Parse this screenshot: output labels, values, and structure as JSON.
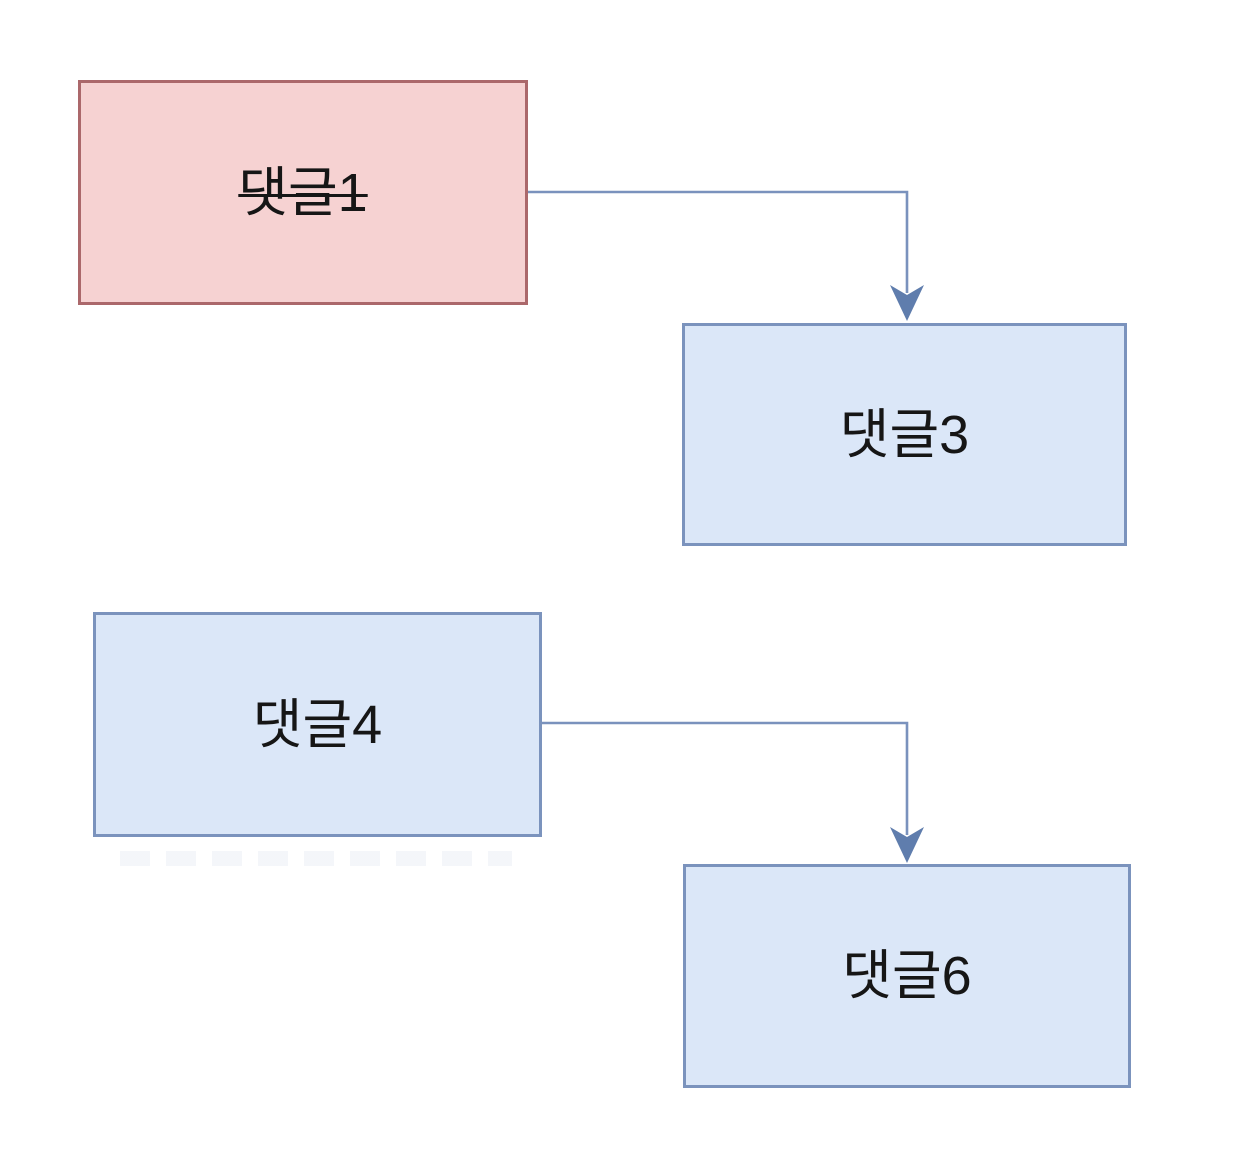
{
  "diagram": {
    "type": "flowchart",
    "background": "white",
    "nodes": [
      {
        "id": "comment1",
        "label": "댓글1",
        "color_role": "red",
        "strikethrough": true,
        "position": "top-left"
      },
      {
        "id": "comment3",
        "label": "댓글3",
        "color_role": "blue",
        "strikethrough": false,
        "position": "upper-right"
      },
      {
        "id": "comment4",
        "label": "댓글4",
        "color_role": "blue",
        "strikethrough": false,
        "position": "middle-left"
      },
      {
        "id": "comment6",
        "label": "댓글6",
        "color_role": "blue",
        "strikethrough": false,
        "position": "bottom-right"
      }
    ],
    "edges": [
      {
        "from": "댓글1",
        "to": "댓글3",
        "style": "orthogonal",
        "arrow": "filled-v-arrowhead"
      },
      {
        "from": "댓글4",
        "to": "댓글6",
        "style": "orthogonal",
        "arrow": "filled-v-arrowhead"
      }
    ],
    "colors": {
      "background": "#ffffff",
      "node_red_fill": "#f6d2d2",
      "node_red_stroke": "#ab686b",
      "node_blue_fill": "#dbe7f8",
      "node_blue_stroke": "#7b93bd",
      "connector": "#7a92bd",
      "arrowhead": "#5f7dad",
      "text": "#161616"
    }
  }
}
